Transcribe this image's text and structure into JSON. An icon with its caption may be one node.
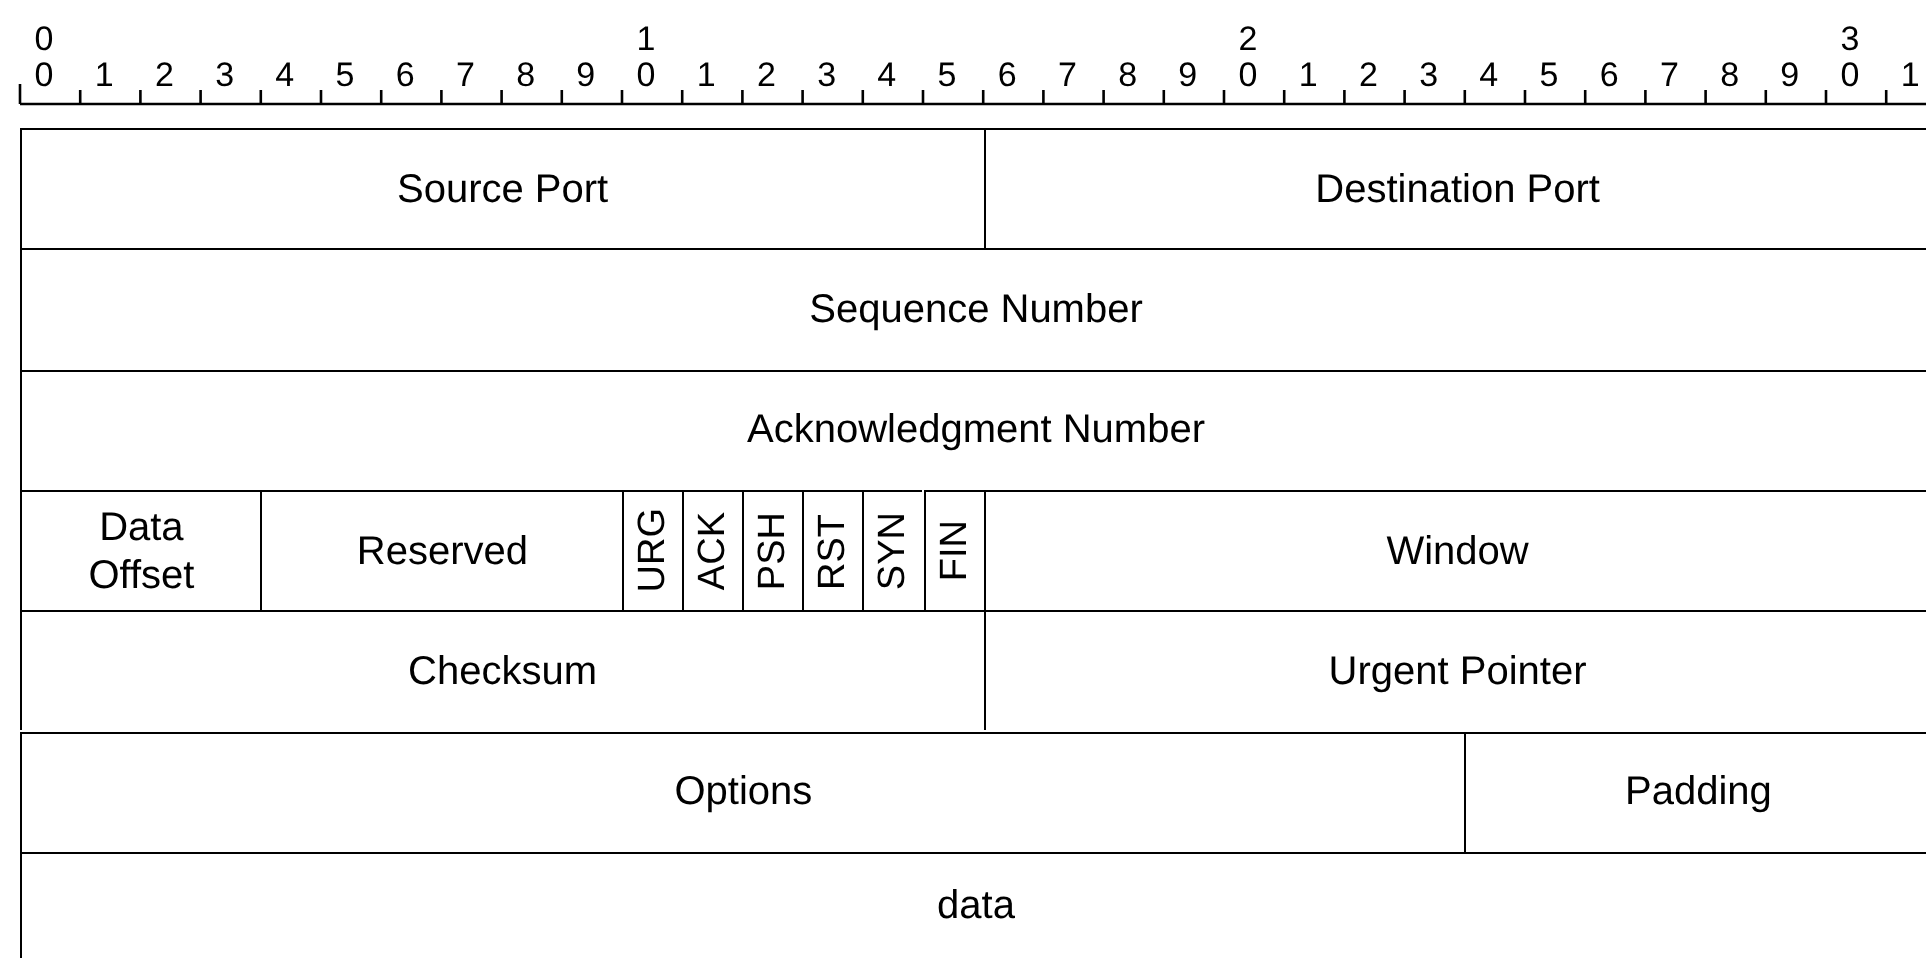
{
  "diagram": {
    "nodes": [
      {
        "text": [
          "Source Port"
        ]
      },
      {
        "text": [
          "Destination Port"
        ]
      },
      {
        "text": [
          "Sequence Number"
        ]
      },
      {
        "text": [
          "Acknowledgment Number"
        ]
      },
      {
        "text": [
          "Data Offset"
        ]
      },
      {
        "text": [
          "Reserved"
        ]
      },
      {
        "text": [
          "URG"
        ]
      },
      {
        "text": [
          "ACK"
        ]
      },
      {
        "text": [
          "PSH"
        ]
      },
      {
        "text": [
          "RST"
        ]
      },
      {
        "text": [
          "SYN"
        ]
      },
      {
        "text": [
          "FIN"
        ]
      },
      {
        "text": [
          "Window"
        ]
      },
      {
        "text": [
          "Checksum"
        ]
      },
      {
        "text": [
          "Urgent Pointer"
        ]
      },
      {
        "text": [
          "Options"
        ]
      },
      {
        "text": [
          "Padding"
        ]
      },
      {
        "text": [
          "data"
        ]
      }
    ],
    "labels": [
      "0",
      "1",
      "2",
      "3",
      "0",
      "1",
      "2",
      "3",
      "4",
      "5",
      "6",
      "7",
      "8",
      "9",
      "0",
      "1",
      "2",
      "3",
      "4",
      "5",
      "6",
      "7",
      "8",
      "9",
      "0",
      "1",
      "2",
      "3",
      "4",
      "5",
      "6",
      "7",
      "8",
      "9",
      "0",
      "1"
    ]
  }
}
